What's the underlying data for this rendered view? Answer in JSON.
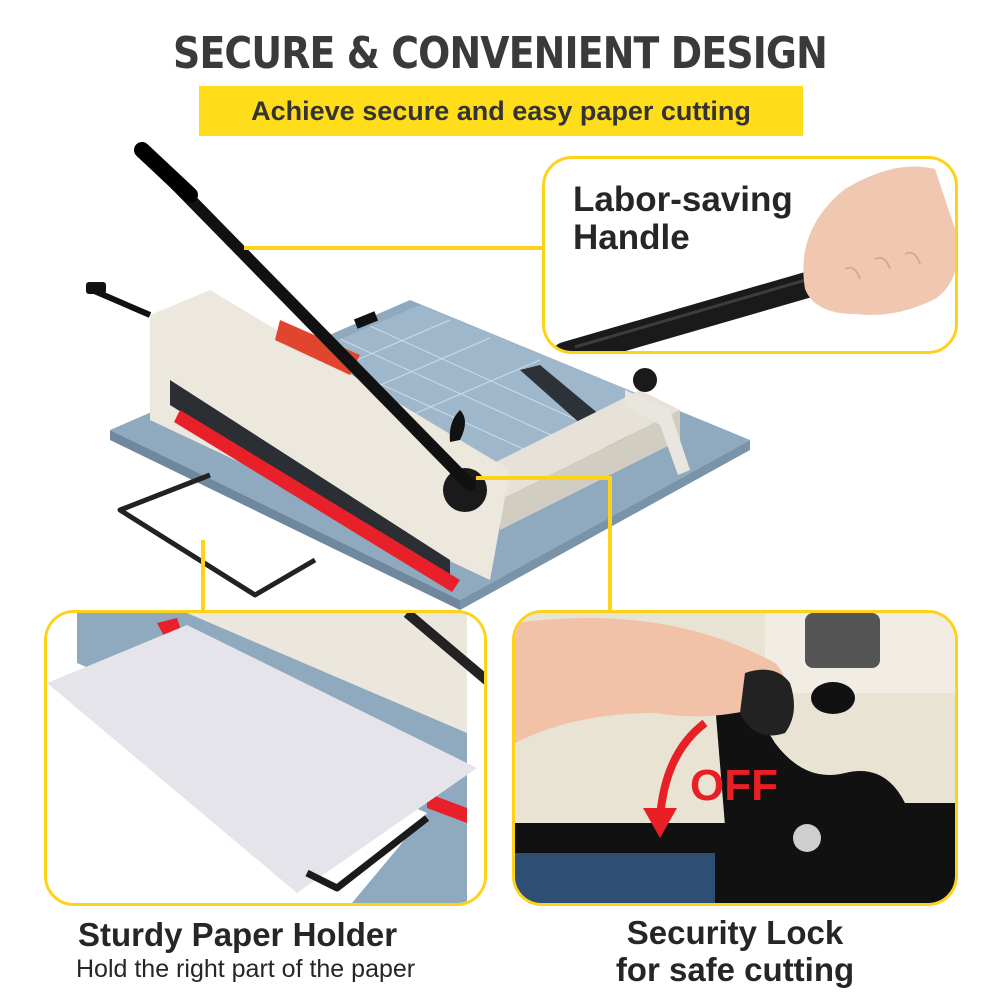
{
  "header": {
    "title": "SECURE & CONVENIENT DESIGN",
    "subtitle": "Achieve secure and easy paper cutting"
  },
  "colors": {
    "accent_yellow": "#ffdd1a",
    "machine_base": "#8fa9bf",
    "blade_bar": "#e8202a",
    "text_dark": "#262626"
  },
  "callouts": [
    {
      "id": "handle",
      "label_line1": "Labor-saving",
      "label_line2": "Handle"
    },
    {
      "id": "paper-holder",
      "title": "Sturdy Paper Holder",
      "caption": "Hold the right part of the paper"
    },
    {
      "id": "security-lock",
      "title_line1": "Security Lock",
      "title_line2": "for safe cutting",
      "overlay_text": "OFF"
    }
  ]
}
